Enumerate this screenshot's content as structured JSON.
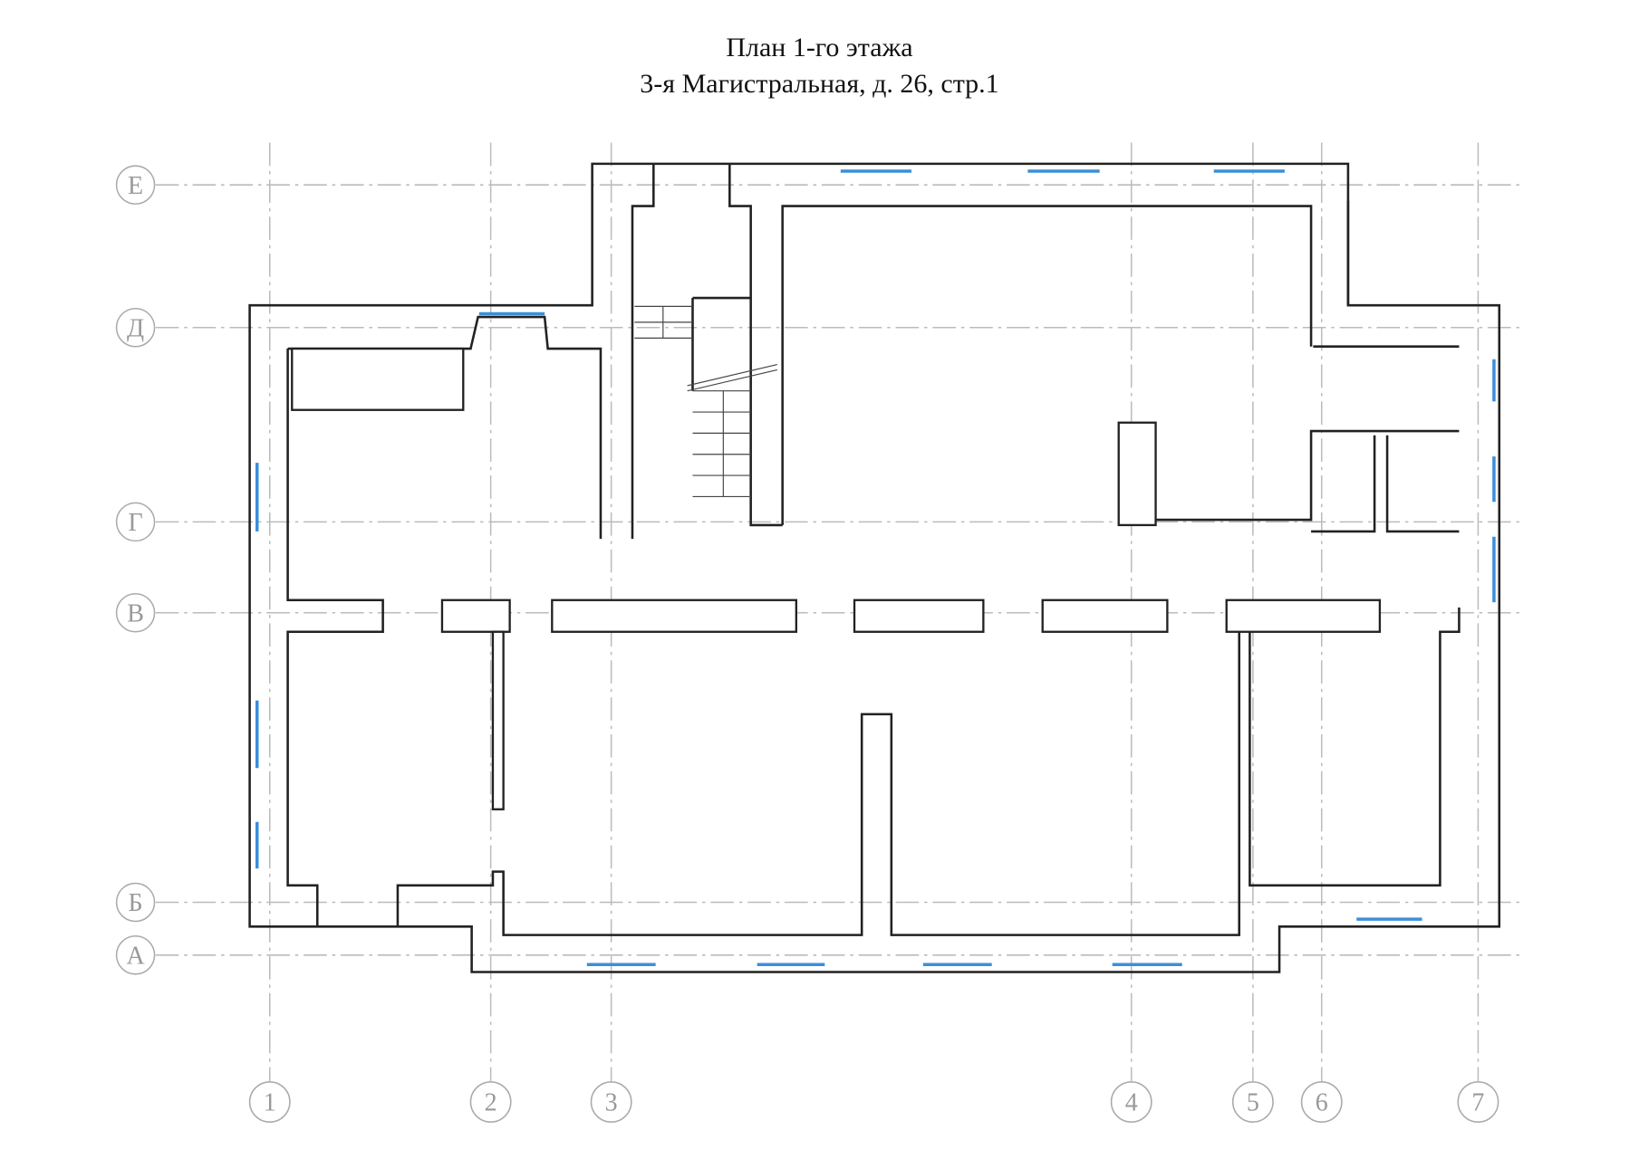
{
  "title": {
    "line1": "План 1-го этажа",
    "line2": "3-я Магистральная, д. 26, стр.1"
  },
  "grid_rows": [
    "Е",
    "Д",
    "Г",
    "В",
    "Б",
    "А"
  ],
  "grid_columns": [
    "1",
    "2",
    "3",
    "4",
    "5",
    "6",
    "7"
  ],
  "colors": {
    "walls": "#222222",
    "windows": "#3b8fd9",
    "axes": "#bbbbbb"
  }
}
